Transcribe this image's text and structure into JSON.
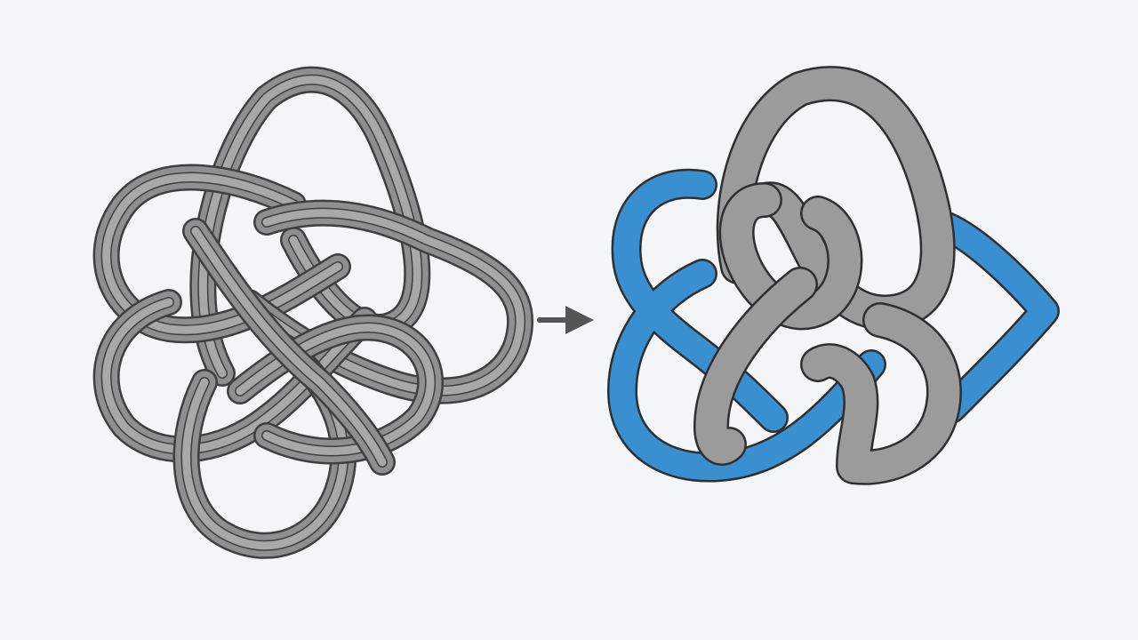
{
  "figure": {
    "background": "#f3f5f6",
    "left_knot": {
      "kind": "tangled-knot",
      "tube_color": "#8f8f8f",
      "inner_stripe_color": "#a8a8a8",
      "outline_color": "#3f3f3f"
    },
    "arrow": {
      "direction": "right",
      "icon": "right-arrow-icon",
      "color": "#555555"
    },
    "right_knot": {
      "kind": "simplified-knot",
      "gray_strand_color": "#9b9b9b",
      "blue_strand_color": "#3a8fd0",
      "outline_color": "#2f2f2f"
    }
  }
}
